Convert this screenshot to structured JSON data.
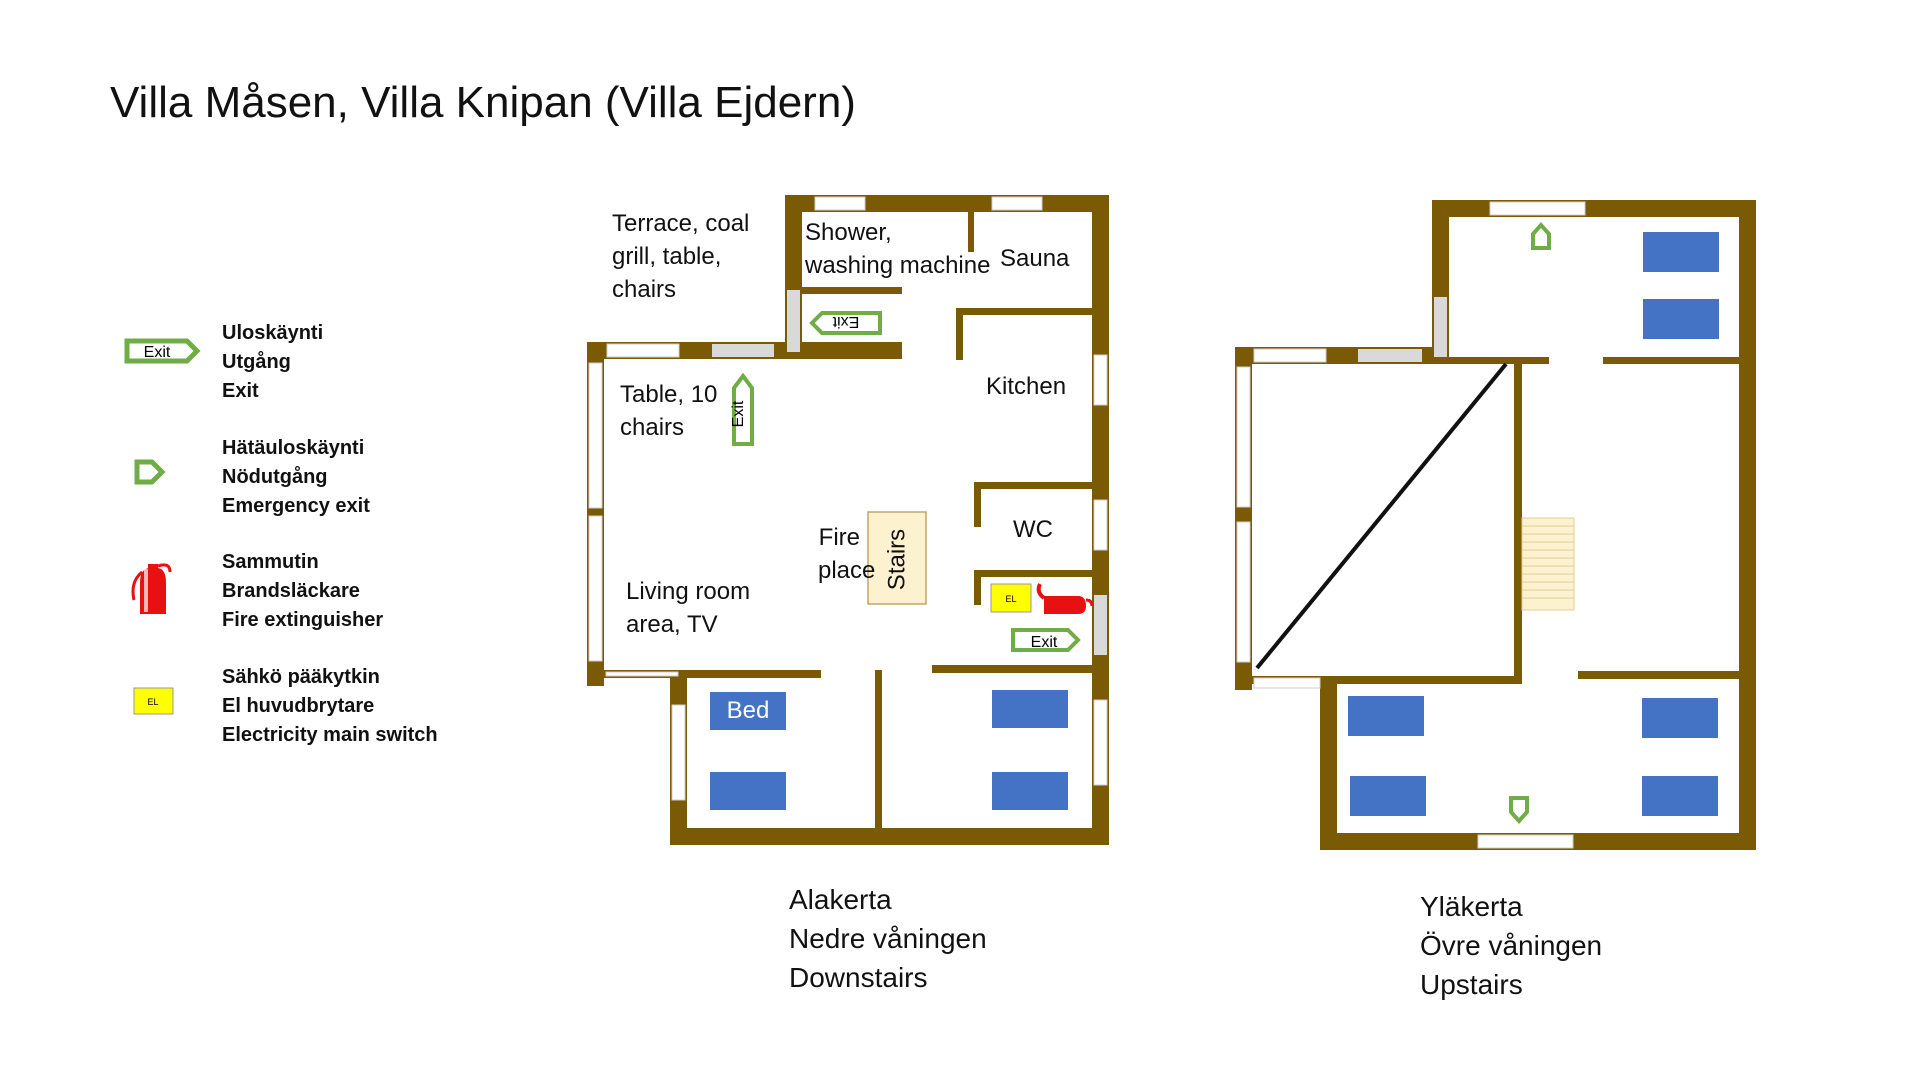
{
  "title": "Villa Måsen, Villa Knipan (Villa Ejdern)",
  "colors": {
    "wall": "#7a5a04",
    "window": "#ffffff",
    "window_border": "#cfcfcf",
    "door_gray": "#d9d9d9",
    "bed": "#4472c4",
    "exit_green": "#70ad47",
    "extinguisher_red": "#e81010",
    "switch_yellow": "#ffff00",
    "stairs_fill": "#fdf2d0"
  },
  "legend": [
    {
      "icon": "exit-sign-icon",
      "sign_text": "Exit",
      "lines": [
        "Uloskäynti",
        "Utgång",
        "Exit"
      ]
    },
    {
      "icon": "emergency-exit-icon",
      "lines": [
        "Hätäuloskäynti",
        "Nödutgång",
        "Emergency exit"
      ]
    },
    {
      "icon": "fire-extinguisher-icon",
      "lines": [
        "Sammutin",
        "Brandsläckare",
        "Fire extinguisher"
      ]
    },
    {
      "icon": "electricity-switch-icon",
      "sign_text": "EL",
      "lines": [
        "Sähkö pääkytkin",
        "El huvudbrytare",
        "Electricity main switch"
      ]
    }
  ],
  "downstairs": {
    "terrace": [
      "Terrace, coal",
      "grill, table,",
      "chairs"
    ],
    "shower": [
      "Shower,",
      "washing machine"
    ],
    "sauna": "Sauna",
    "kitchen": "Kitchen",
    "table": [
      "Table, 10",
      "chairs"
    ],
    "fireplace": [
      "Fire",
      "place"
    ],
    "stairs": "Stairs",
    "wc": "WC",
    "living": [
      "Living room",
      "area, TV"
    ],
    "bed": "Bed",
    "exit_sign": "Exit",
    "el_sign": "EL",
    "floor_label": [
      "Alakerta",
      "Nedre våningen",
      "Downstairs"
    ]
  },
  "upstairs": {
    "floor_label": [
      "Yläkerta",
      "Övre våningen",
      "Upstairs"
    ]
  }
}
